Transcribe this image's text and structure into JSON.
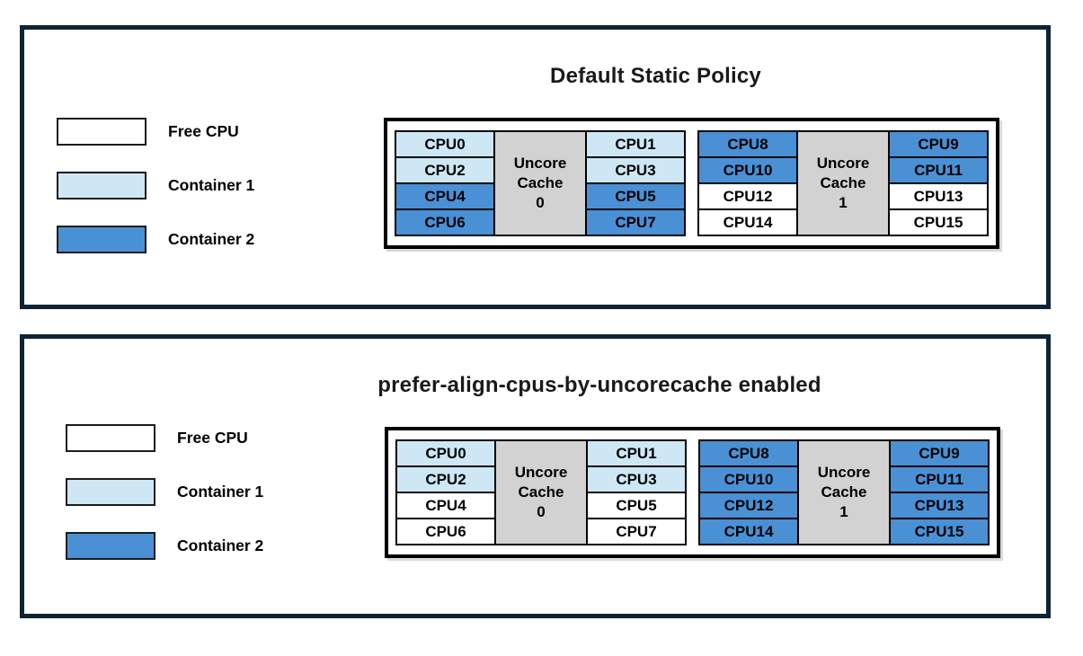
{
  "colors": {
    "free": "#ffffff",
    "c1": "#cde7f5",
    "c2": "#4a90d5",
    "cache_bg": "#d2d2d2",
    "panel_border": "#0d2433",
    "cell_border": "#000000"
  },
  "legend": {
    "items": [
      {
        "label": "Free CPU",
        "state": "free"
      },
      {
        "label": "Container 1",
        "state": "c1"
      },
      {
        "label": "Container 2",
        "state": "c2"
      }
    ]
  },
  "panels": [
    {
      "title": "Default Static Policy",
      "diagram": {
        "groups": [
          {
            "cache_lines": [
              "Uncore",
              "Cache",
              "0"
            ],
            "left": [
              {
                "label": "CPU0",
                "state": "c1"
              },
              {
                "label": "CPU2",
                "state": "c1"
              },
              {
                "label": "CPU4",
                "state": "c2"
              },
              {
                "label": "CPU6",
                "state": "c2"
              }
            ],
            "right": [
              {
                "label": "CPU1",
                "state": "c1"
              },
              {
                "label": "CPU3",
                "state": "c1"
              },
              {
                "label": "CPU5",
                "state": "c2"
              },
              {
                "label": "CPU7",
                "state": "c2"
              }
            ]
          },
          {
            "cache_lines": [
              "Uncore",
              "Cache",
              "1"
            ],
            "left": [
              {
                "label": "CPU8",
                "state": "c2"
              },
              {
                "label": "CPU10",
                "state": "c2"
              },
              {
                "label": "CPU12",
                "state": "free"
              },
              {
                "label": "CPU14",
                "state": "free"
              }
            ],
            "right": [
              {
                "label": "CPU9",
                "state": "c2"
              },
              {
                "label": "CPU11",
                "state": "c2"
              },
              {
                "label": "CPU13",
                "state": "free"
              },
              {
                "label": "CPU15",
                "state": "free"
              }
            ]
          }
        ]
      }
    },
    {
      "title": "prefer-align-cpus-by-uncorecache enabled",
      "diagram": {
        "groups": [
          {
            "cache_lines": [
              "Uncore",
              "Cache",
              "0"
            ],
            "left": [
              {
                "label": "CPU0",
                "state": "c1"
              },
              {
                "label": "CPU2",
                "state": "c1"
              },
              {
                "label": "CPU4",
                "state": "free"
              },
              {
                "label": "CPU6",
                "state": "free"
              }
            ],
            "right": [
              {
                "label": "CPU1",
                "state": "c1"
              },
              {
                "label": "CPU3",
                "state": "c1"
              },
              {
                "label": "CPU5",
                "state": "free"
              },
              {
                "label": "CPU7",
                "state": "free"
              }
            ]
          },
          {
            "cache_lines": [
              "Uncore",
              "Cache",
              "1"
            ],
            "left": [
              {
                "label": "CPU8",
                "state": "c2"
              },
              {
                "label": "CPU10",
                "state": "c2"
              },
              {
                "label": "CPU12",
                "state": "c2"
              },
              {
                "label": "CPU14",
                "state": "c2"
              }
            ],
            "right": [
              {
                "label": "CPU9",
                "state": "c2"
              },
              {
                "label": "CPU11",
                "state": "c2"
              },
              {
                "label": "CPU13",
                "state": "c2"
              },
              {
                "label": "CPU15",
                "state": "c2"
              }
            ]
          }
        ]
      }
    }
  ]
}
